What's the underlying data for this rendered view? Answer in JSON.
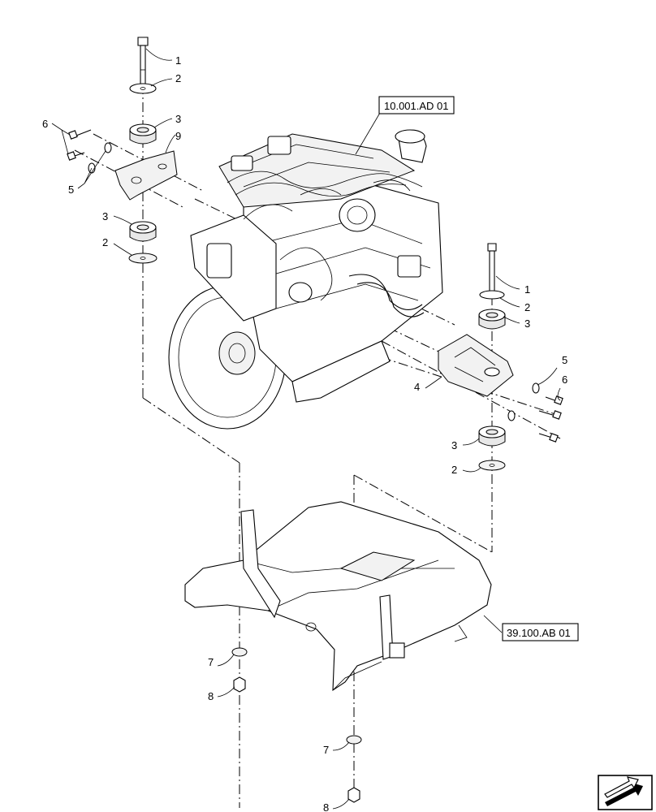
{
  "callouts": {
    "c1a": "1",
    "c2a": "2",
    "c3a": "3",
    "c9": "9",
    "c6a": "6",
    "c5a": "5",
    "c3b": "3",
    "c2b": "2",
    "c1b": "1",
    "c2c": "2",
    "c3c": "3",
    "c5b": "5",
    "c6b": "6",
    "c4": "4",
    "c3d": "3",
    "c2d": "2",
    "c7a": "7",
    "c8a": "8",
    "c7b": "7",
    "c8b": "8"
  },
  "references": {
    "engine": "10.001.AD 01",
    "frame": "39.100.AB 01"
  },
  "icons": {
    "nav": "next-page-arrow-icon"
  }
}
